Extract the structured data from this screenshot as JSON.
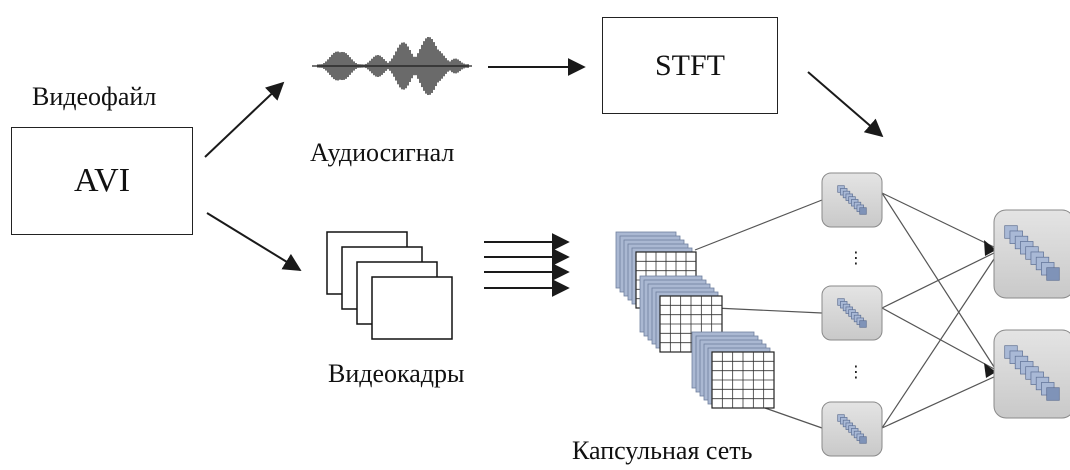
{
  "video_file": {
    "title": "Видеофайл",
    "box_label": "AVI"
  },
  "audio": {
    "label": "Аудиосигнал"
  },
  "stft": {
    "label": "STFT"
  },
  "frames": {
    "label": "Видеокадры"
  },
  "capsnet": {
    "label": "Капсульная сеть",
    "ellipsis": "⋮"
  },
  "colors": {
    "line": "#1a1a1a",
    "capsule_fill": "#d6d6d6",
    "capsule_stroke": "#8a8a8a",
    "tensor_blue": "#9aa9c4",
    "tensor_grid": "#333333"
  }
}
